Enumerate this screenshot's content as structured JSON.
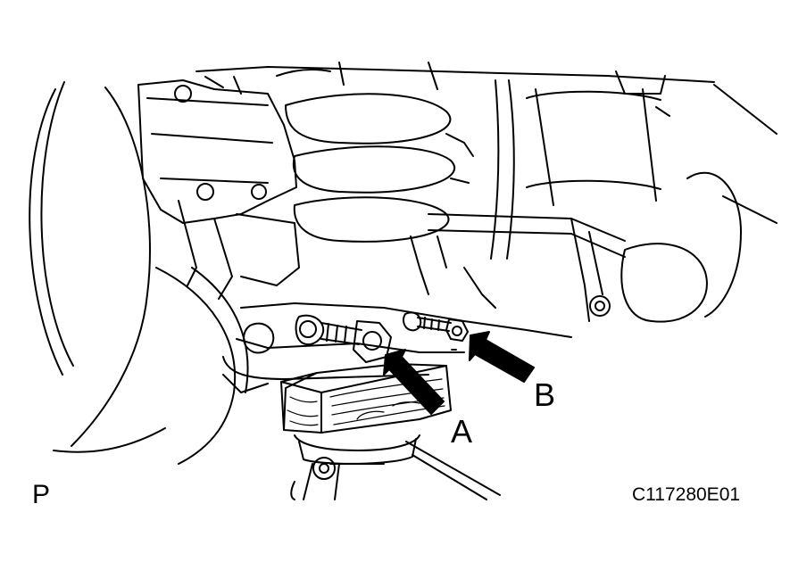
{
  "labels": {
    "a": "A",
    "b": "B",
    "p": "P",
    "code": "C117280E01"
  },
  "colors": {
    "line": "#000000",
    "background": "#ffffff"
  }
}
